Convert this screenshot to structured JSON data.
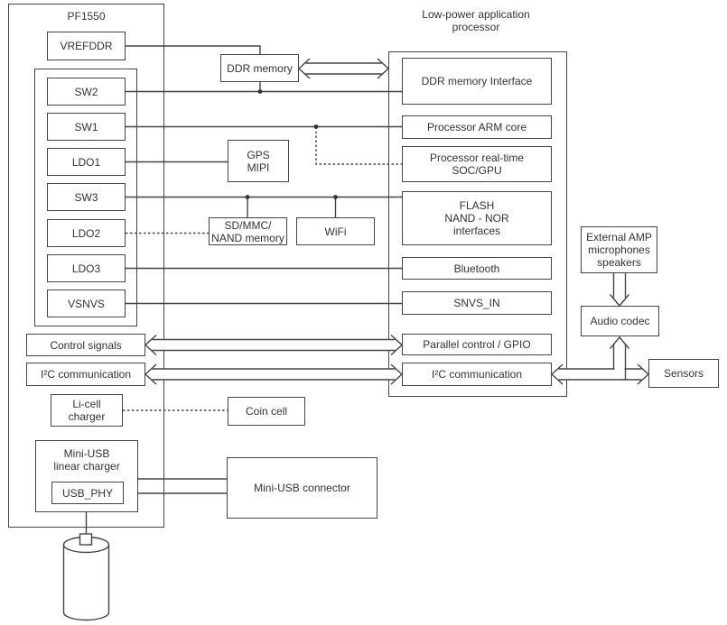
{
  "colors": {
    "line": "#444444",
    "text": "#333333",
    "background": "#ffffff"
  },
  "pf1550": {
    "title": "PF1550",
    "vrefddr": "VREFDDR",
    "regulators": [
      "SW2",
      "SW1",
      "LDO1",
      "SW3",
      "LDO2",
      "LDO3",
      "VSNVS"
    ],
    "control_signals": "Control signals",
    "i2c": "I²C communication",
    "licell_charger": "Li-cell\ncharger",
    "usb_charger": "Mini-USB\nlinear charger",
    "usb_phy": "USB_PHY"
  },
  "peripherals": {
    "ddr_memory": "DDR memory",
    "gps_mipi": "GPS\nMIPI",
    "sd_mmc": "SD/MMC/\nNAND memory",
    "wifi": "WiFi",
    "coin_cell": "Coin cell",
    "usb_connector": "Mini-USB connector"
  },
  "processor": {
    "title": "Low-power application\nprocessor",
    "blocks": [
      "DDR memory Interface",
      "Processor ARM core",
      "Processor real-time\nSOC/GPU",
      "FLASH\nNAND - NOR\ninterfaces",
      "Bluetooth",
      "SNVS_IN",
      "Parallel control / GPIO",
      "I²C communication"
    ]
  },
  "audio_chain": {
    "external_amp": "External AMP\nmicrophones\nspeakers",
    "audio_codec": "Audio codec",
    "sensors": "Sensors"
  }
}
